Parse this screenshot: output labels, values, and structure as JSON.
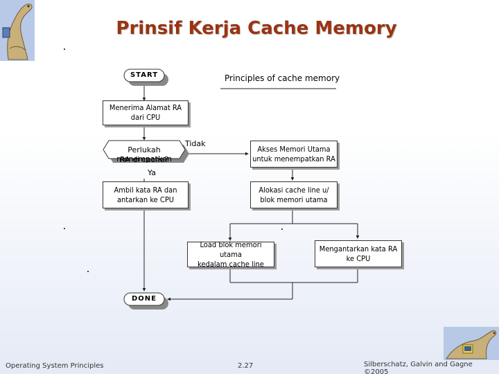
{
  "slide": {
    "title": "Prinsif Kerja Cache Memory",
    "footer_left": "Operating System Principles",
    "footer_center": "2.27",
    "footer_right": "Silberschatz, Galvin and Gagne ©2005"
  },
  "diagram": {
    "heading": "Principles of cache memory",
    "start": "START",
    "done": "DONE",
    "receive_line1": "Menerima Alamat RA",
    "receive_line2": "dari CPU",
    "decision_line1": "Perlukah menempatkan",
    "decision_line2": "RA di cache?",
    "no_label": "Tidak",
    "yes_label": "Ya",
    "fetch_line1": "Ambil kata RA dan",
    "fetch_line2": "antarkan ke CPU",
    "access_line1": "Akses Memori Utama",
    "access_line2": "untuk menempatkan RA",
    "allocate_line1": "Alokasi cache line u/",
    "allocate_line2": "blok memori utama",
    "load_line1": "Load blok memori utama",
    "load_line2": "kedalam cache line",
    "deliver_line1": "Mengantarkan kata RA",
    "deliver_line2": "ke CPU"
  }
}
